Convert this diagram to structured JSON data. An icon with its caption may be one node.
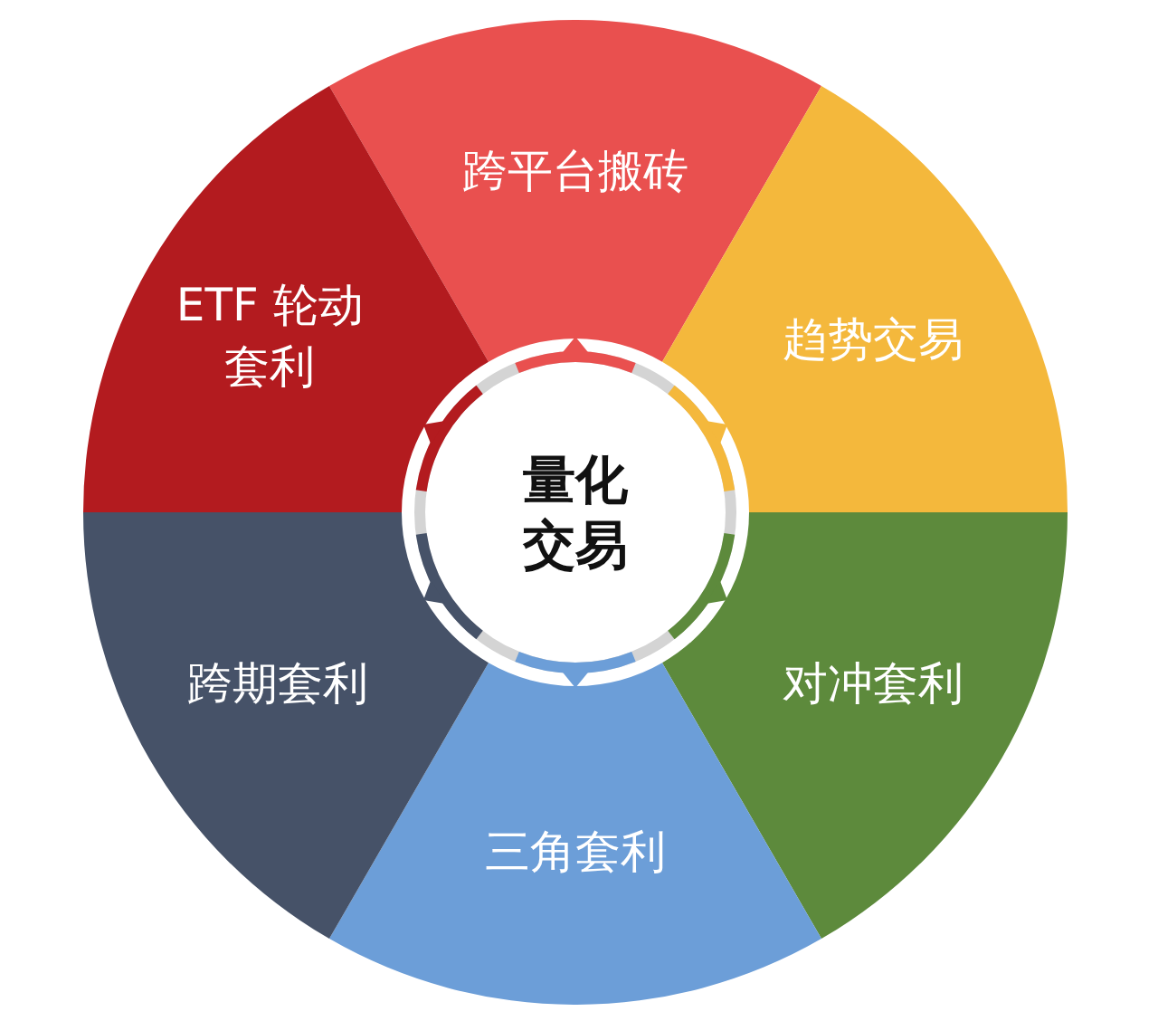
{
  "diagram": {
    "nodes": [
      {
        "text": [
          "量化交易"
        ]
      },
      {
        "text": [
          "跨平台搬砖"
        ]
      },
      {
        "text": [
          "趋势交易"
        ]
      },
      {
        "text": [
          "对冲套利"
        ]
      },
      {
        "text": [
          "三角套利"
        ]
      },
      {
        "text": [
          "跨期套利"
        ]
      },
      {
        "text": [
          "ETF 轮动套利"
        ]
      }
    ],
    "edges": []
  }
}
